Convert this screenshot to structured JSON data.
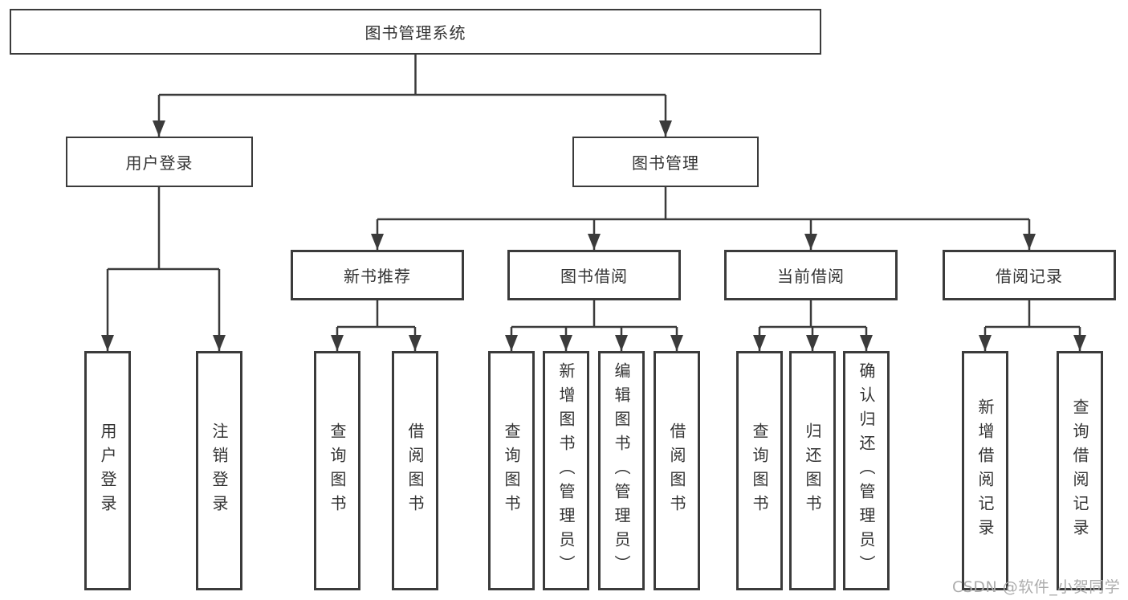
{
  "diagram": {
    "title": "图书管理系统",
    "colors": {
      "line": "#3b3b3b",
      "text": "#333333",
      "box_background": "#ffffff",
      "watermark": "#acacac"
    },
    "nodes": {
      "root": "图书管理系统",
      "userLogin": "用户登录",
      "bookManagement": "图书管理",
      "newBookRecommend": "新书推荐",
      "bookBorrow": "图书借阅",
      "currentBorrow": "当前借阅",
      "borrowRecord": "借阅记录",
      "leafUserLogin": "用户登录",
      "leafLogout": "注销登录",
      "leafQueryBooks1": "查询图书",
      "leafBorrowBooks1": "借阅图书",
      "leafQueryBooks2": "查询图书",
      "leafAddBooks": "新增图书（管理员）",
      "leafEditBooks": "编辑图书（管理员）",
      "leafBorrowBooks2": "借阅图书",
      "leafQueryBooks3": "查询图书",
      "leafReturnBooks": "归还图书",
      "leafConfirmReturn": "确认归还（管理员）",
      "leafAddBorrowRecord": "新增借阅记录",
      "leafQueryBorrowRecord": "查询借阅记录"
    },
    "watermark": "CSDN @软件_小贺同学"
  }
}
